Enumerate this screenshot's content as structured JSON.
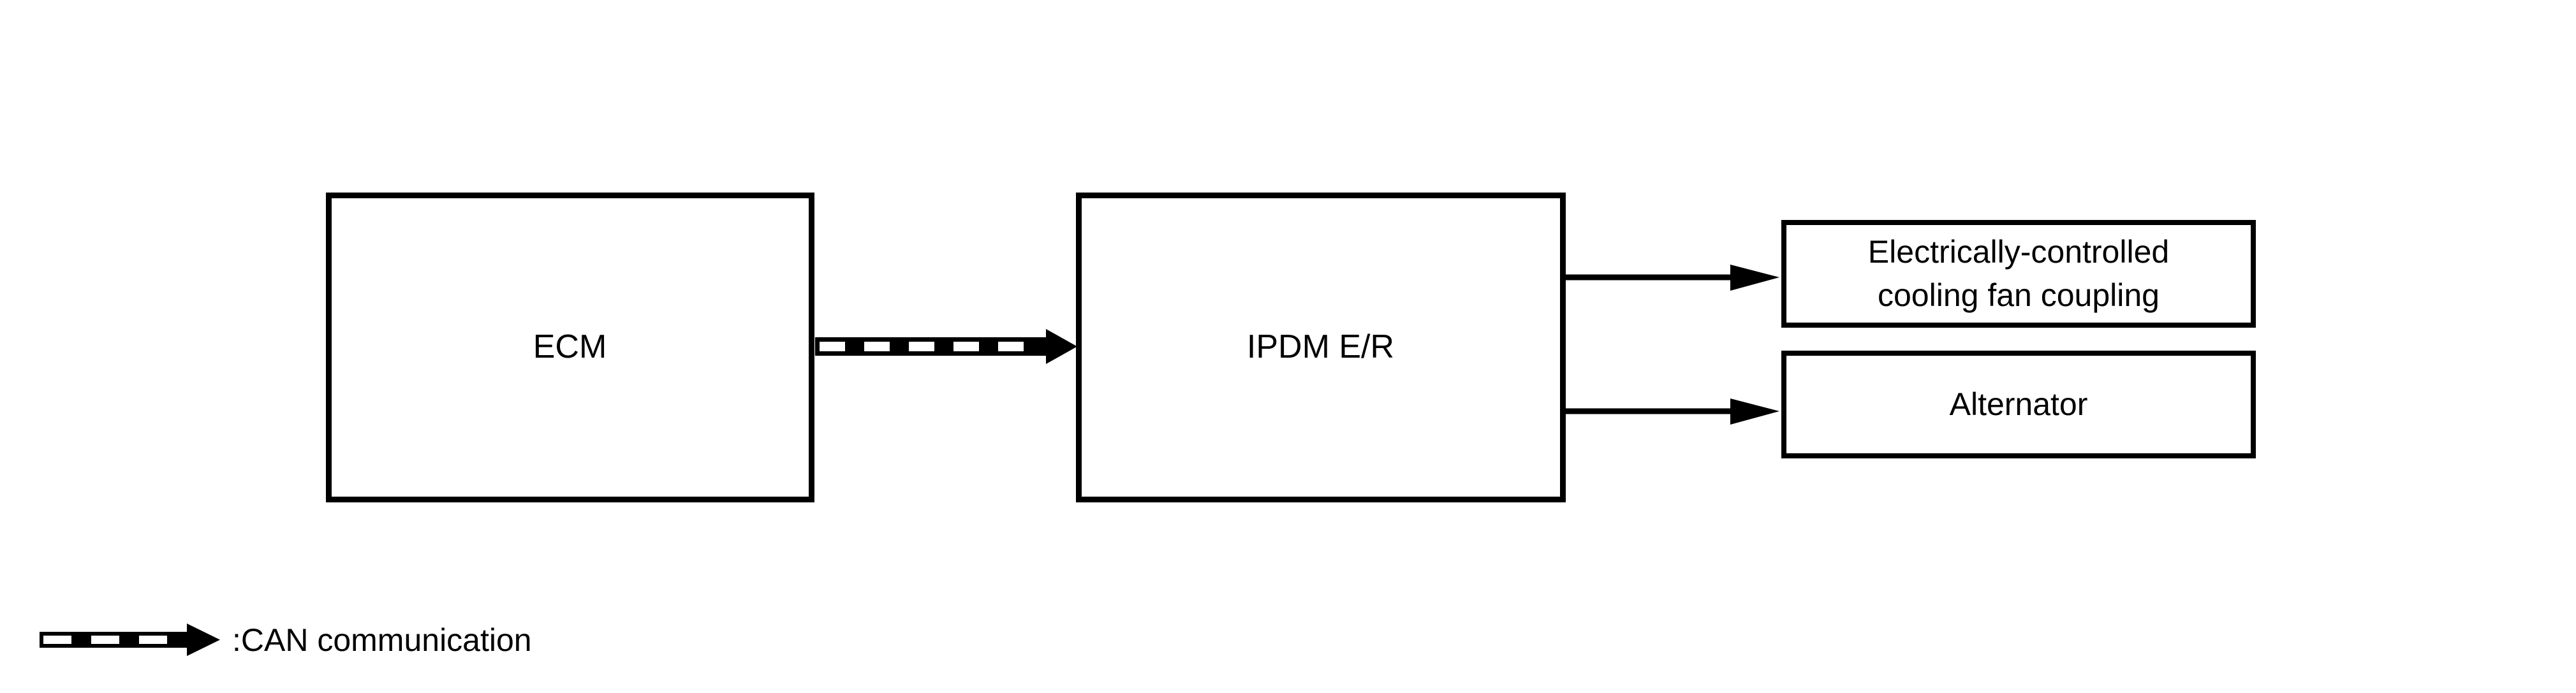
{
  "diagram": {
    "type": "block-diagram",
    "background_color": "#ffffff",
    "line_color": "#000000",
    "nodes": [
      {
        "id": "ecm",
        "label": "ECM"
      },
      {
        "id": "ipdm",
        "label": "IPDM E/R"
      },
      {
        "id": "cooling_fan",
        "label_line1": "Electrically-controlled",
        "label_line2": "cooling fan coupling"
      },
      {
        "id": "alternator",
        "label": "Alternator"
      }
    ],
    "connections": [
      {
        "from": "ecm",
        "to": "ipdm",
        "style": "can-communication"
      },
      {
        "from": "ipdm",
        "to": "cooling_fan",
        "style": "solid-arrow"
      },
      {
        "from": "ipdm",
        "to": "alternator",
        "style": "solid-arrow"
      }
    ],
    "legend": {
      "symbol": "can-communication-arrow",
      "label": ":CAN communication"
    }
  }
}
